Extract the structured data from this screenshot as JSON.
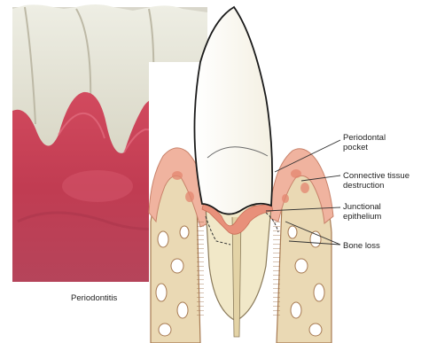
{
  "photo": {
    "caption": "Periodontitis"
  },
  "labels": {
    "periodontal_pocket_1": "Periodontal",
    "periodontal_pocket_2": "pocket",
    "connective_tissue_1": "Connective tissue",
    "connective_tissue_2": "destruction",
    "junctional_1": "Junctional",
    "junctional_2": "epithelium",
    "bone_loss": "Bone loss"
  },
  "colors": {
    "gum_photo": "#c9485a",
    "enamel": "#faf7ee",
    "dentin": "#f1e8c8",
    "gingiva_pink": "#f0b39f",
    "bone": "#ead9b4",
    "inflamed": "#e48670"
  }
}
